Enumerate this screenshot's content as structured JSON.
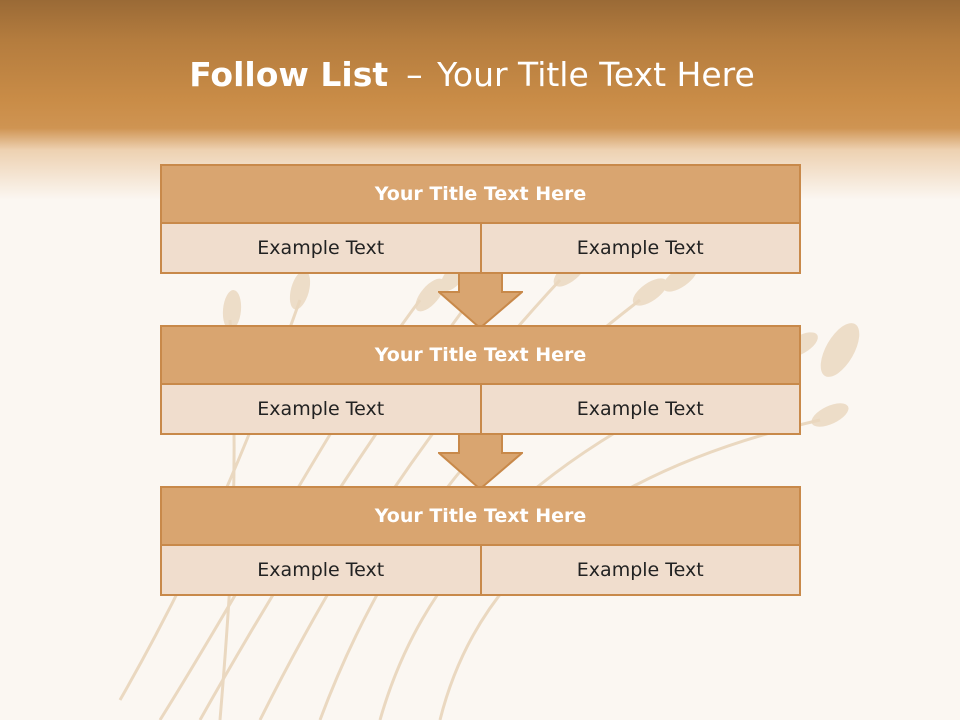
{
  "slide": {
    "title_bold": "Follow List",
    "title_separator": "–",
    "title_rest": "Your Title Text Here"
  },
  "panels": [
    {
      "title": "Your Title Text Here",
      "cells": [
        "Example Text",
        "Example Text"
      ]
    },
    {
      "title": "Your Title Text Here",
      "cells": [
        "Example Text",
        "Example Text"
      ]
    },
    {
      "title": "Your Title Text Here",
      "cells": [
        "Example Text",
        "Example Text"
      ]
    }
  ],
  "colors": {
    "header_band": "#c98c47",
    "panel_header": "#d9a570",
    "panel_body": "#f0ddcd",
    "border": "#c8894a",
    "background": "#fbf7f2"
  },
  "decorations": [
    "wheat-background-image",
    "down-arrow-icon"
  ]
}
